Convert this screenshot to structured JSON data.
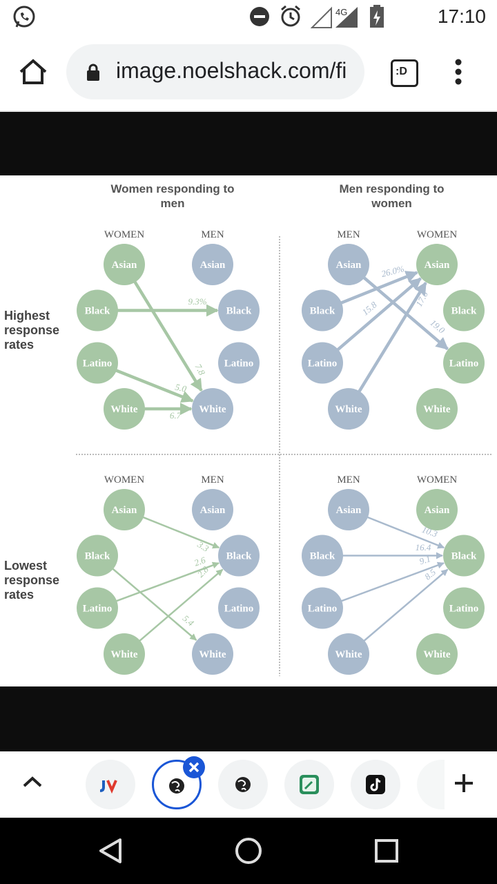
{
  "status_bar": {
    "time": "17:10",
    "network": "4G"
  },
  "browser": {
    "url": "image.noelshack.com/fi",
    "tabs_button_label": ":D"
  },
  "chart_data": {
    "type": "diagram",
    "row_labels": {
      "highest": "Highest response rates",
      "lowest": "Lowest response rates"
    },
    "panels": [
      {
        "title": "Women responding to men",
        "row": "highest",
        "left_header": "WOMEN",
        "right_header": "MEN",
        "left_nodes": [
          "Asian",
          "Black",
          "Latino",
          "White"
        ],
        "right_nodes": [
          "Asian",
          "Black",
          "Latino",
          "White"
        ],
        "edges": [
          {
            "from": "Black",
            "to": "Black",
            "value": "9.3%"
          },
          {
            "from": "Asian",
            "to": "White",
            "value": "7.8"
          },
          {
            "from": "Latino",
            "to": "White",
            "value": "5.0"
          },
          {
            "from": "White",
            "to": "White",
            "value": "6.7"
          }
        ]
      },
      {
        "title": "Men responding to women",
        "row": "highest",
        "left_header": "MEN",
        "right_header": "WOMEN",
        "left_nodes": [
          "Asian",
          "Black",
          "Latino",
          "White"
        ],
        "right_nodes": [
          "Asian",
          "Black",
          "Latino",
          "White"
        ],
        "edges": [
          {
            "from": "Black",
            "to": "Asian",
            "value": "26.0%"
          },
          {
            "from": "Latino",
            "to": "Asian",
            "value": "15.8"
          },
          {
            "from": "White",
            "to": "Asian",
            "value": "17.6"
          },
          {
            "from": "Asian",
            "to": "Latino",
            "value": "19.0"
          }
        ]
      },
      {
        "title": "",
        "row": "lowest",
        "left_header": "WOMEN",
        "right_header": "MEN",
        "left_nodes": [
          "Asian",
          "Black",
          "Latino",
          "White"
        ],
        "right_nodes": [
          "Asian",
          "Black",
          "Latino",
          "White"
        ],
        "edges": [
          {
            "from": "Asian",
            "to": "Black",
            "value": "3.3"
          },
          {
            "from": "Latino",
            "to": "Black",
            "value": "2.6"
          },
          {
            "from": "White",
            "to": "Black",
            "value": "2.8"
          },
          {
            "from": "Black",
            "to": "White",
            "value": "5.4"
          }
        ]
      },
      {
        "title": "",
        "row": "lowest",
        "left_header": "MEN",
        "right_header": "WOMEN",
        "left_nodes": [
          "Asian",
          "Black",
          "Latino",
          "White"
        ],
        "right_nodes": [
          "Asian",
          "Black",
          "Latino",
          "White"
        ],
        "edges": [
          {
            "from": "Asian",
            "to": "Black",
            "value": "10.3"
          },
          {
            "from": "Black",
            "to": "Black",
            "value": "16.4"
          },
          {
            "from": "Latino",
            "to": "Black",
            "value": "9.1"
          },
          {
            "from": "White",
            "to": "Black",
            "value": "8.5"
          }
        ]
      }
    ],
    "colors": {
      "women": "#a7c7a5",
      "men": "#a9bacd",
      "women_edge": "#a7c7a5",
      "men_edge": "#a9bacd"
    }
  }
}
